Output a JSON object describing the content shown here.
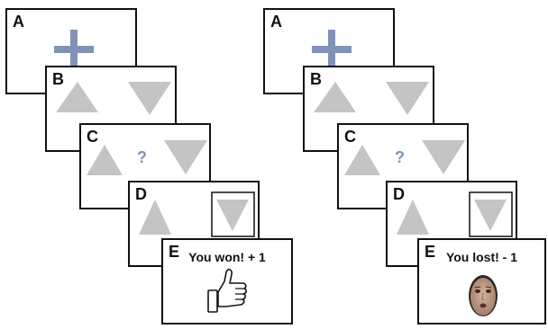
{
  "colors": {
    "fixation": "#7f93b5",
    "shape": "#c4c4c4",
    "question": "#7f93b5",
    "border": "#111111"
  },
  "sequences": [
    {
      "panels": {
        "a": {
          "label": "A",
          "icon": "plus-cross"
        },
        "b": {
          "label": "B",
          "icons": [
            "triangle-up",
            "triangle-down"
          ]
        },
        "c": {
          "label": "C",
          "question": "?",
          "icons": [
            "triangle-up",
            "triangle-down"
          ]
        },
        "d": {
          "label": "D",
          "icons": [
            "triangle-up",
            "triangle-down-selected"
          ]
        },
        "e": {
          "label": "E",
          "text": "You won! + 1",
          "icon": "thumbs-up"
        }
      }
    },
    {
      "panels": {
        "a": {
          "label": "A",
          "icon": "plus-cross"
        },
        "b": {
          "label": "B",
          "icons": [
            "triangle-up",
            "triangle-down"
          ]
        },
        "c": {
          "label": "C",
          "question": "?",
          "icons": [
            "triangle-up",
            "triangle-down"
          ]
        },
        "d": {
          "label": "D",
          "icons": [
            "triangle-up",
            "triangle-down-selected"
          ]
        },
        "e": {
          "label": "E",
          "text": "You lost! - 1",
          "icon": "sad-face-photo"
        }
      }
    }
  ]
}
